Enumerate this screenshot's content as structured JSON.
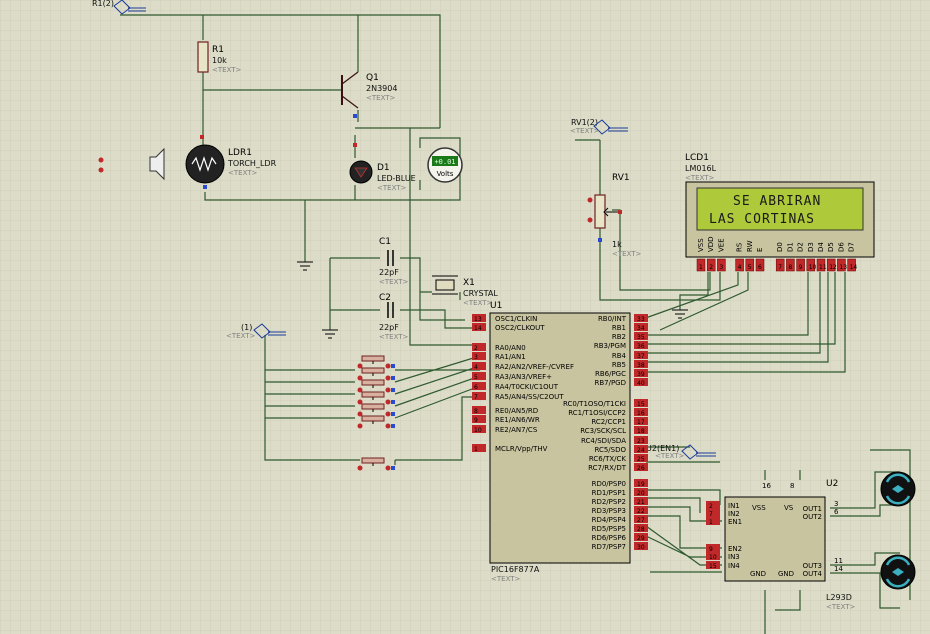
{
  "text_placeholder": "<TEXT>",
  "labels": {
    "r1": "R1",
    "r1_value": "10k",
    "q1": "Q1",
    "q1_value": "2N3904",
    "ldr1": "LDR1",
    "ldr1_value": "TORCH_LDR",
    "d1": "D1",
    "d1_value": "LED-BLUE",
    "rv1": "RV1",
    "rv1_value": "1k",
    "lcd1": "LCD1",
    "lcd1_value": "LM016L",
    "c1": "C1",
    "c1_value": "22pF",
    "c2": "C2",
    "c2_value": "22pF",
    "x1": "X1",
    "x1_value": "CRYSTAL",
    "u1": "U1",
    "u1_value": "PIC16F877A",
    "u2": "U2",
    "u2_value": "L293D",
    "term_r1": "R1(2)",
    "term_rv1": "RV1(2)",
    "term_1": "(1)",
    "term_u2en1": "U2(EN1)"
  },
  "voltmeter": {
    "reading": "+0.01",
    "unit": "Volts"
  },
  "lcd_display": {
    "line1": "SE ABRIRAN",
    "line2": "LAS CORTINAS",
    "pin_names": [
      "VSS",
      "VDD",
      "VEE",
      "RS",
      "RW",
      "E",
      "D0",
      "D1",
      "D2",
      "D3",
      "D4",
      "D5",
      "D6",
      "D7"
    ],
    "pin_numbers": [
      "1",
      "2",
      "3",
      "4",
      "5",
      "6",
      "7",
      "8",
      "9",
      "10",
      "11",
      "12",
      "13",
      "14"
    ]
  },
  "u1_pins_left": [
    {
      "name": "OSC1/CLKIN",
      "num": "13"
    },
    {
      "name": "OSC2/CLKOUT",
      "num": "14"
    },
    {
      "name": "RA0/AN0",
      "num": "2"
    },
    {
      "name": "RA1/AN1",
      "num": "3"
    },
    {
      "name": "RA2/AN2/VREF-/CVREF",
      "num": "4"
    },
    {
      "name": "RA3/AN3/VREF+",
      "num": "5"
    },
    {
      "name": "RA4/T0CKI/C1OUT",
      "num": "6"
    },
    {
      "name": "RA5/AN4/SS/C2OUT",
      "num": "7"
    },
    {
      "name": "RE0/AN5/RD",
      "num": "8"
    },
    {
      "name": "RE1/AN6/WR",
      "num": "9"
    },
    {
      "name": "RE2/AN7/CS",
      "num": "10"
    },
    {
      "name": "MCLR/Vpp/THV",
      "num": "1"
    }
  ],
  "u1_pins_right": [
    {
      "name": "RB0/INT",
      "num": "33"
    },
    {
      "name": "RB1",
      "num": "34"
    },
    {
      "name": "RB2",
      "num": "35"
    },
    {
      "name": "RB3/PGM",
      "num": "36"
    },
    {
      "name": "RB4",
      "num": "37"
    },
    {
      "name": "RB5",
      "num": "38"
    },
    {
      "name": "RB6/PGC",
      "num": "39"
    },
    {
      "name": "RB7/PGD",
      "num": "40"
    },
    {
      "name": "RC0/T1OSO/T1CKI",
      "num": "15"
    },
    {
      "name": "RC1/T1OSI/CCP2",
      "num": "16"
    },
    {
      "name": "RC2/CCP1",
      "num": "17"
    },
    {
      "name": "RC3/SCK/SCL",
      "num": "18"
    },
    {
      "name": "RC4/SDI/SDA",
      "num": "23"
    },
    {
      "name": "RC5/SDO",
      "num": "24"
    },
    {
      "name": "RC6/TX/CK",
      "num": "25"
    },
    {
      "name": "RC7/RX/DT",
      "num": "26"
    },
    {
      "name": "RD0/PSP0",
      "num": "19"
    },
    {
      "name": "RD1/PSP1",
      "num": "20"
    },
    {
      "name": "RD2/PSP2",
      "num": "21"
    },
    {
      "name": "RD3/PSP3",
      "num": "22"
    },
    {
      "name": "RD4/PSP4",
      "num": "27"
    },
    {
      "name": "RD5/PSP5",
      "num": "28"
    },
    {
      "name": "RD6/PSP6",
      "num": "29"
    },
    {
      "name": "RD7/PSP7",
      "num": "30"
    }
  ],
  "u2_pins": {
    "vss": "VSS",
    "vs": "VS",
    "vss_num": "16",
    "vs_num": "8",
    "left": [
      {
        "name": "IN1",
        "num": "2"
      },
      {
        "name": "IN2",
        "num": "7"
      },
      {
        "name": "EN1",
        "num": "1"
      },
      {
        "name": "EN2",
        "num": "9"
      },
      {
        "name": "IN3",
        "num": "10"
      },
      {
        "name": "IN4",
        "num": "15"
      }
    ],
    "right": [
      {
        "name": "OUT1",
        "num": "3"
      },
      {
        "name": "OUT2",
        "num": "6"
      },
      {
        "name": "OUT3",
        "num": "11"
      },
      {
        "name": "OUT4",
        "num": "14"
      }
    ],
    "gnd": "GND"
  },
  "colors": {
    "chip": "#c8c4a0",
    "lcd_green": "#aec93a",
    "pin_red": "#c0282a",
    "wire": "#2f5a2f",
    "grid": "#c8c8b4"
  }
}
